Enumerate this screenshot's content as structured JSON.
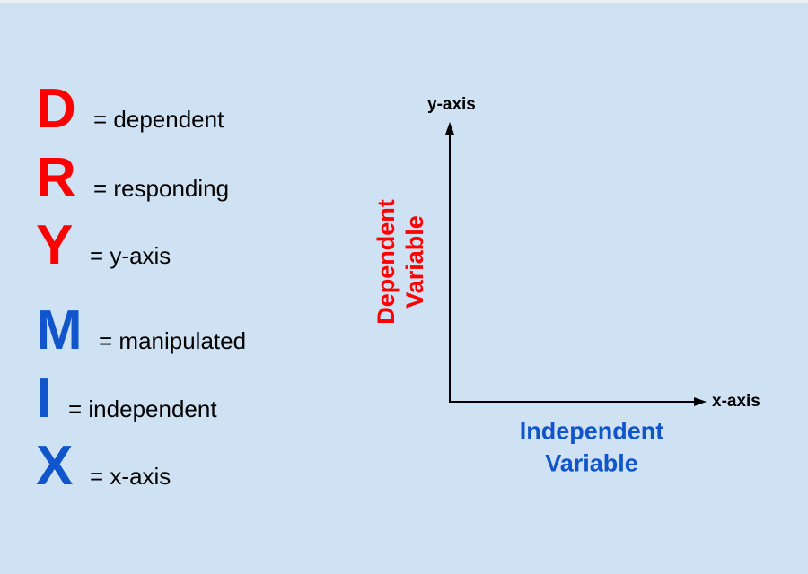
{
  "mnemonic": [
    {
      "letter": "D",
      "definition": "= dependent",
      "color": "#ff0000"
    },
    {
      "letter": "R",
      "definition": "= responding",
      "color": "#ff0000"
    },
    {
      "letter": "Y",
      "definition": "= y-axis",
      "color": "#ff0000"
    },
    {
      "letter": "M",
      "definition": "= manipulated",
      "color": "#1155cc"
    },
    {
      "letter": "I",
      "definition": "= independent",
      "color": "#1155cc"
    },
    {
      "letter": "X",
      "definition": "= x-axis",
      "color": "#1155cc"
    }
  ],
  "graph": {
    "y_axis_label": "y-axis",
    "x_axis_label": "x-axis",
    "dependent_variable": {
      "line1": "Dependent",
      "line2": "Variable",
      "color": "#ff0000"
    },
    "independent_variable": {
      "line1": "Independent",
      "line2": "Variable",
      "color": "#1155cc"
    }
  },
  "colors": {
    "background": "#cfe2f3",
    "red": "#ff0000",
    "blue": "#1155cc"
  }
}
